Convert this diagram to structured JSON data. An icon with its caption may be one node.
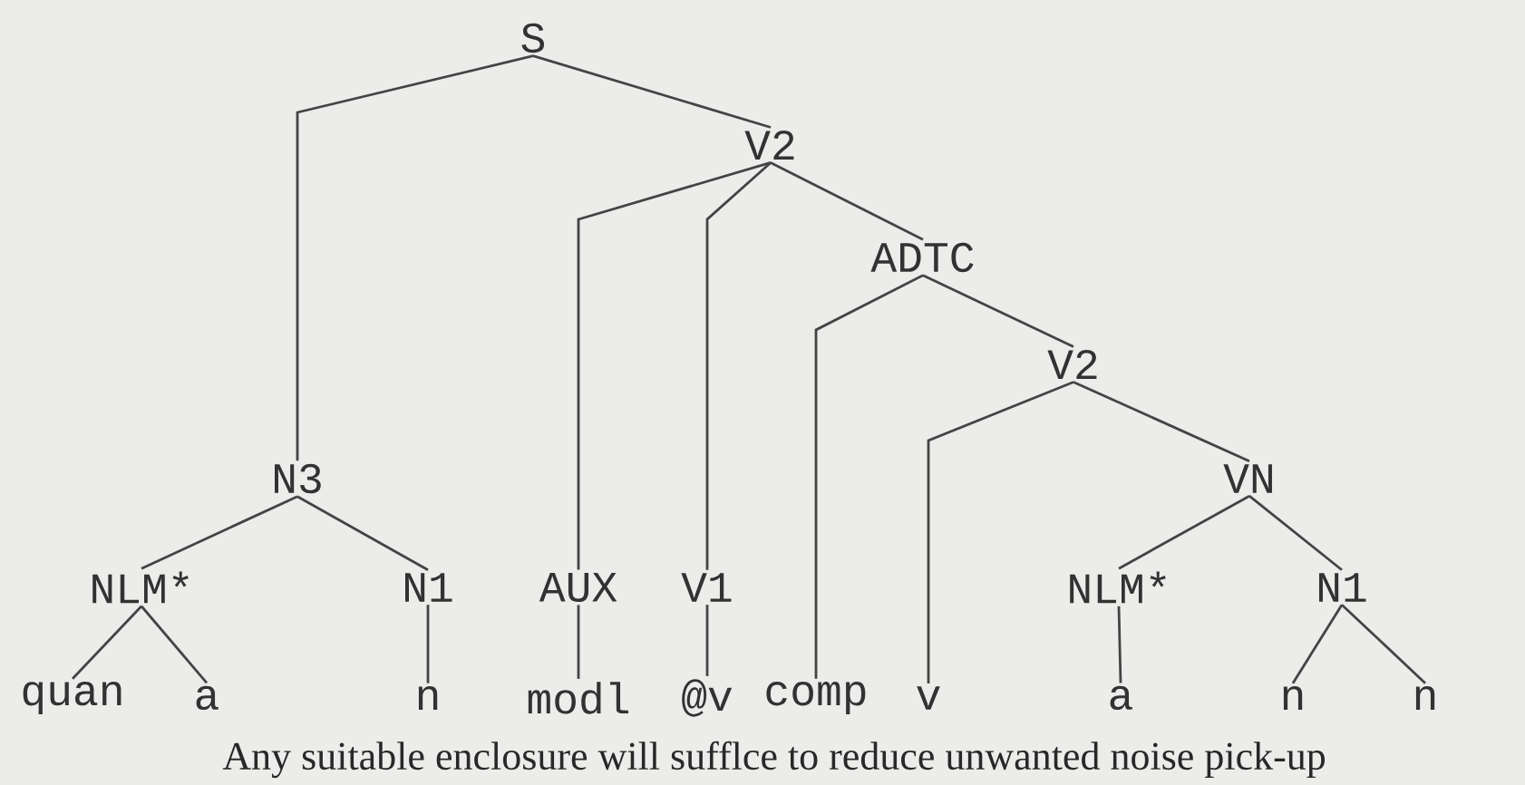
{
  "diagram": {
    "caption": "Any suitable enclosure will sufflce to reduce unwanted noise pick-up",
    "nodes": [
      {
        "text": [
          "S"
        ]
      },
      {
        "text": [
          "V2"
        ]
      },
      {
        "text": [
          "ADTC"
        ]
      },
      {
        "text": [
          "V2"
        ]
      },
      {
        "text": [
          "N3"
        ]
      },
      {
        "text": [
          "VN"
        ]
      },
      {
        "text": [
          "NLM*"
        ]
      },
      {
        "text": [
          "N1"
        ]
      },
      {
        "text": [
          "AUX"
        ]
      },
      {
        "text": [
          "V1"
        ]
      },
      {
        "text": [
          "NLM*"
        ]
      },
      {
        "text": [
          "N1"
        ]
      },
      {
        "text": [
          "quan"
        ]
      },
      {
        "text": [
          "a"
        ]
      },
      {
        "text": [
          "n"
        ]
      },
      {
        "text": [
          "modl"
        ]
      },
      {
        "text": [
          "@v"
        ]
      },
      {
        "text": [
          "comp"
        ]
      },
      {
        "text": [
          "v"
        ]
      },
      {
        "text": [
          "a"
        ]
      },
      {
        "text": [
          "n"
        ]
      },
      {
        "text": [
          "n"
        ]
      }
    ],
    "edges": [
      {
        "from": 0,
        "to": 4,
        "arrow": "none"
      },
      {
        "from": 0,
        "to": 1,
        "arrow": "none"
      },
      {
        "from": 1,
        "to": 8,
        "arrow": "none"
      },
      {
        "from": 1,
        "to": 9,
        "arrow": "none"
      },
      {
        "from": 1,
        "to": 2,
        "arrow": "none"
      },
      {
        "from": 2,
        "to": 17,
        "arrow": "none"
      },
      {
        "from": 2,
        "to": 3,
        "arrow": "none"
      },
      {
        "from": 3,
        "to": 18,
        "arrow": "none"
      },
      {
        "from": 3,
        "to": 5,
        "arrow": "none"
      },
      {
        "from": 4,
        "to": 6,
        "arrow": "none"
      },
      {
        "from": 4,
        "to": 7,
        "arrow": "none"
      },
      {
        "from": 5,
        "to": 10,
        "arrow": "none"
      },
      {
        "from": 5,
        "to": 11,
        "arrow": "none"
      },
      {
        "from": 6,
        "to": 12,
        "arrow": "none"
      },
      {
        "from": 6,
        "to": 13,
        "arrow": "none"
      },
      {
        "from": 7,
        "to": 14,
        "arrow": "none"
      },
      {
        "from": 8,
        "to": 15,
        "arrow": "none"
      },
      {
        "from": 9,
        "to": 16,
        "arrow": "none"
      },
      {
        "from": 10,
        "to": 19,
        "arrow": "none"
      },
      {
        "from": 11,
        "to": 20,
        "arrow": "none"
      },
      {
        "from": 11,
        "to": 21,
        "arrow": "none"
      }
    ]
  }
}
